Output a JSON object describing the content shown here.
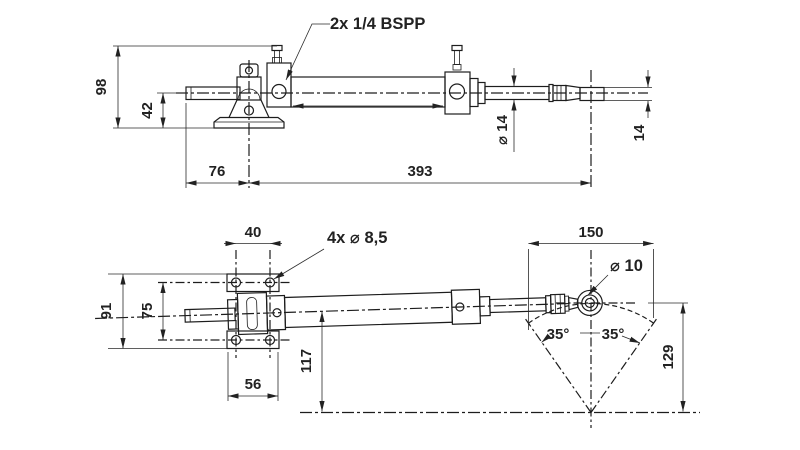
{
  "drawing": {
    "background": "#ffffff",
    "line_color": "#1d1d1d",
    "text_color": "#222222",
    "type": "technical-drawing-hydraulic-steering-cylinder",
    "views": [
      "side-view",
      "plan-view"
    ]
  },
  "labels": {
    "ports": "2x 1/4 BSPP",
    "mount_holes": "4x ⌀ 8,5",
    "ball_joint": "⌀ 10"
  },
  "side": {
    "overall_height": "98",
    "axis_height": "42",
    "mount_offset": "76",
    "length": "393",
    "rod_diameter": "⌀ 14",
    "end_width": "14"
  },
  "plan": {
    "hole_pitch_x": "40",
    "swing_width": "150",
    "flange_height": "91",
    "hole_pitch_y": "75",
    "flange_width": "56",
    "axis_to_base": "117",
    "angle_left": "35°",
    "angle_right": "35°",
    "swing_radius": "129"
  }
}
